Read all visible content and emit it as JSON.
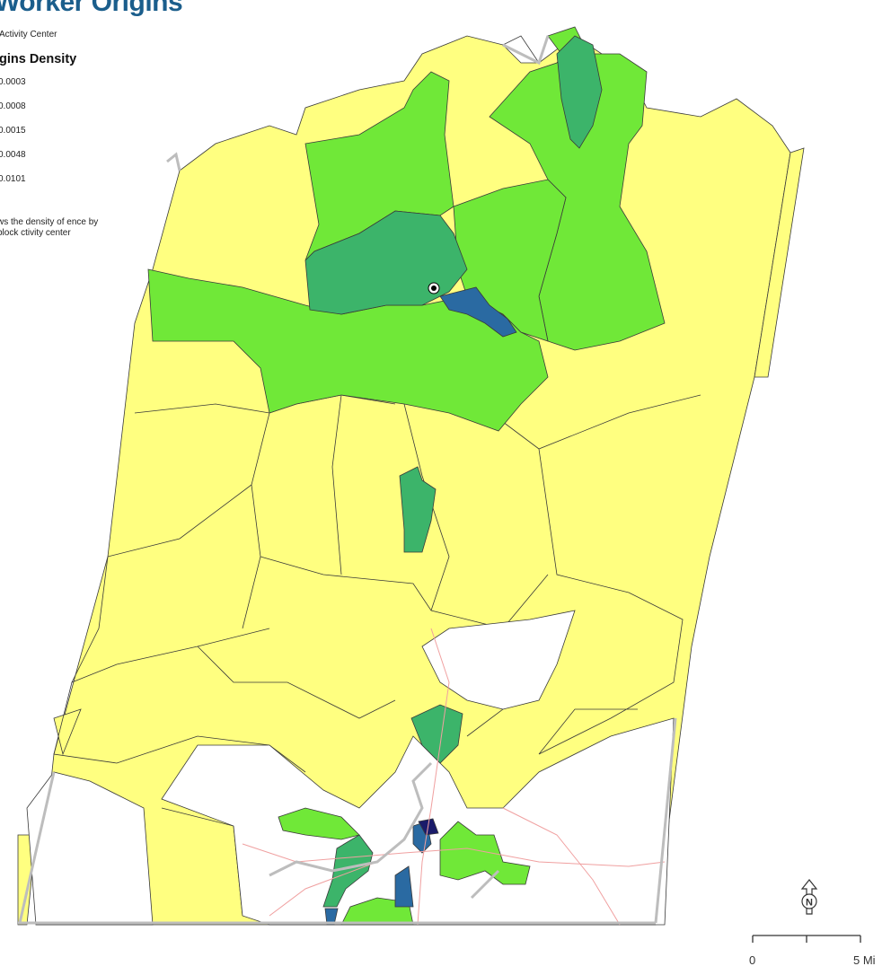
{
  "title": "Worker Origins",
  "subtitle": "Activity Center",
  "legend": {
    "heading": "gins Density",
    "items": [
      {
        "label": "0.0003",
        "color": "#ffff80"
      },
      {
        "label": "0.0008",
        "color": "#70e838"
      },
      {
        "label": "0.0015",
        "color": "#3cb46a"
      },
      {
        "label": "0.0048",
        "color": "#2a6aa2"
      },
      {
        "label": "0.0101",
        "color": "#1a1b6a"
      }
    ],
    "note": "ws the density of ence by block ctivity center"
  },
  "colors": {
    "class1": "#ffff80",
    "class2": "#70e838",
    "class3": "#3cb46a",
    "class4": "#2a6aa2",
    "class5": "#1a1b6a",
    "boundary_line": "#3a3a3a",
    "county_outline": "#bdbdbd",
    "roads": "#f0a0a0"
  },
  "north_arrow": {
    "letter": "N",
    "icon": "north-arrow-icon"
  },
  "scale_bar": {
    "start": "0",
    "end": "5 Mi"
  }
}
